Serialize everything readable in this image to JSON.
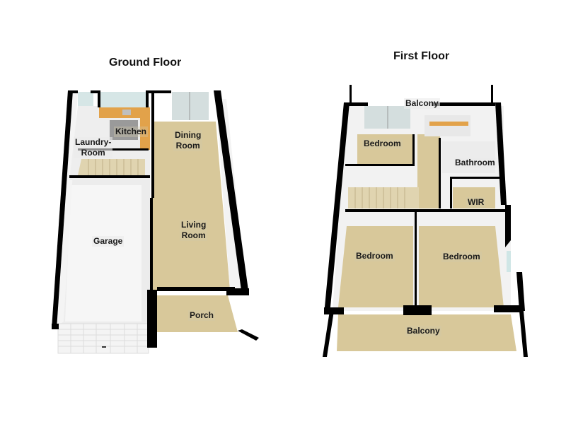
{
  "floors": [
    {
      "title": "Ground Floor",
      "rooms": [
        {
          "label": "Kitchen"
        },
        {
          "label": "Dining\nRoom"
        },
        {
          "label": "Laundry-\nRoom"
        },
        {
          "label": "Garage"
        },
        {
          "label": "Living\nRoom"
        },
        {
          "label": "Porch"
        }
      ]
    },
    {
      "title": "First Floor",
      "rooms": [
        {
          "label": "Balcony"
        },
        {
          "label": "Bedroom"
        },
        {
          "label": "Bathroom"
        },
        {
          "label": "WIR"
        },
        {
          "label": "Bedroom"
        },
        {
          "label": "Bedroom"
        },
        {
          "label": "Balcony"
        }
      ]
    }
  ],
  "colors": {
    "wall": "#000000",
    "floor_carpet": "#d8c89a",
    "floor_garage": "#e9e9e9",
    "kitchen_bench": "#e0a040",
    "glass": "#cfe0e0"
  }
}
